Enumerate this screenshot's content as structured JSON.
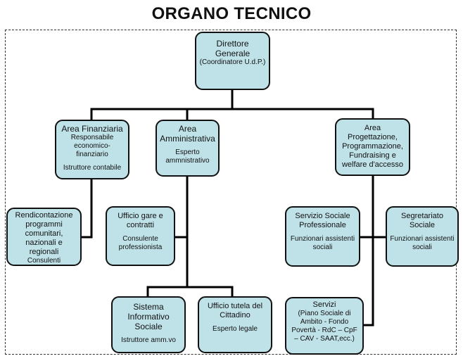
{
  "title": "ORGANO TECNICO",
  "nodes": {
    "director": {
      "title": "Direttore Generale",
      "sub": "(Coordinatore U.d.P.)"
    },
    "finanziaria": {
      "title": "Area Finanziaria",
      "sub": "Responsabile economico-finanziario",
      "sub2": "Istruttore contabile"
    },
    "amministrativa": {
      "title": "Area Amministrativa",
      "sub": "Esperto ammnistrativo"
    },
    "progettazione": {
      "title": "Area Progettazione, Programmazione, Fundraising e welfare d'accesso"
    },
    "rendicontazione": {
      "title": "Rendicontazione programmi comunitari, nazionali e regionali",
      "sub": "Consulenti"
    },
    "gare": {
      "title": "Ufficio gare e contratti",
      "sub": "Consulente professionista"
    },
    "servizio_sociale": {
      "title": "Servizio Sociale Professionale",
      "sub": "Funzionari assistenti sociali"
    },
    "segretariato": {
      "title": "Segretariato Sociale",
      "sub": "Funzionari assistenti sociali"
    },
    "sistema": {
      "title": "Sistema Informativo Sociale",
      "sub": "Istruttore amm.vo"
    },
    "tutela": {
      "title": "Ufficio tutela del Cittadino",
      "sub": "Esperto legale"
    },
    "servizi": {
      "title": "Servizi",
      "sub": "(Piano Sociale di Ambito - Fondo Povertà - RdC – CpF – CAV - SAAT,ecc.)"
    }
  }
}
